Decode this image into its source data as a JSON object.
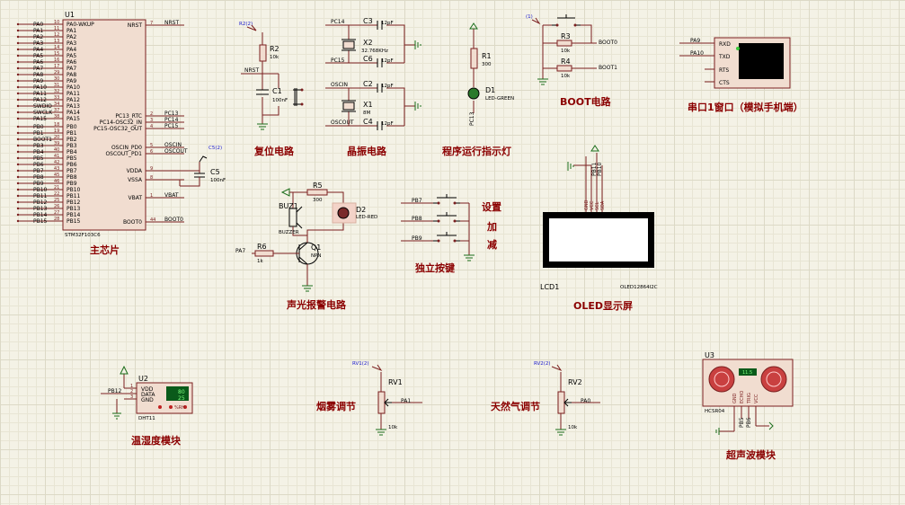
{
  "colors": {
    "wire": "#7a1f1f",
    "ground": "#1a6d1a",
    "title": "#8b0000",
    "chip_fill": "#f1ddd0",
    "sheet": "#f4f2e6"
  },
  "mcu": {
    "ref": "U1",
    "part": "STM32F103C6",
    "title": "主芯片",
    "left_nets": [
      "PA0",
      "PA1",
      "PA2",
      "PA3",
      "PA4",
      "PA5",
      "PA6",
      "PA7",
      "PA8",
      "PA9",
      "PA10",
      "PA11",
      "PA12",
      "SWDIO",
      "SWCLK",
      "PA15",
      "PB0",
      "PB1",
      "BOOT1",
      "PB3",
      "PB4",
      "PB5",
      "PB6",
      "PB7",
      "PB8",
      "PB9",
      "PB10",
      "PB11",
      "PB12",
      "PB13",
      "PB14",
      "PB15"
    ],
    "left_pins": [
      "10",
      "11",
      "12",
      "13",
      "14",
      "15",
      "16",
      "17",
      "29",
      "30",
      "31",
      "32",
      "33",
      "34",
      "37",
      "38",
      "18",
      "19",
      "20",
      "39",
      "40",
      "41",
      "42",
      "43",
      "45",
      "46",
      "21",
      "22",
      "25",
      "26",
      "27",
      "28"
    ],
    "left_names": [
      "PA0-WKUP",
      "PA1",
      "PA2",
      "PA3",
      "PA4",
      "PA5",
      "PA6",
      "PA7",
      "PA8",
      "PA9",
      "PA10",
      "PA11",
      "PA12",
      "PA13",
      "PA14",
      "PA15",
      "PB0",
      "PB1",
      "PB2",
      "PB3",
      "PB4",
      "PB5",
      "PB6",
      "PB7",
      "PB8",
      "PB9",
      "PB10",
      "PB11",
      "PB12",
      "PB13",
      "PB14",
      "PB15"
    ],
    "right_pins": [
      {
        "name": "NRST",
        "pin": "7",
        "net": "NRST"
      },
      {
        "name": "PC13_RTC",
        "pin": "2",
        "net": "PC13"
      },
      {
        "name": "PC14-OSC32_IN",
        "pin": "3",
        "net": "PC14"
      },
      {
        "name": "PC15-OSC32_OUT",
        "pin": "4",
        "net": "PC15"
      },
      {
        "name": "OSCIN_PD0",
        "pin": "5",
        "net": "OSCIN"
      },
      {
        "name": "OSCOUT_PD1",
        "pin": "6",
        "net": "OSCOUT"
      },
      {
        "name": "VDDA",
        "pin": "9",
        "net": ""
      },
      {
        "name": "VSSA",
        "pin": "8",
        "net": ""
      },
      {
        "name": "VBAT",
        "pin": "1",
        "net": "VBAT"
      },
      {
        "name": "BOOT0",
        "pin": "44",
        "net": "BOOT0"
      }
    ],
    "c5": {
      "ref": "C5",
      "value": "100nF",
      "probe": "C5(2)"
    }
  },
  "reset": {
    "title": "复位电路",
    "r2": "R2",
    "r2_val": "10k",
    "c1": "C1",
    "c1_val": "100nF",
    "net": "NRST",
    "probe": "R2(2)"
  },
  "crystal": {
    "title": "晶振电路",
    "c3": "C3",
    "c3_val": "12pF",
    "x2": "X2",
    "x2_val": "32.768KHz",
    "c6": "C6",
    "c6_val": "12pF",
    "c2": "C2",
    "c2_val": "12pF",
    "x1": "X1",
    "x1_val": "8M",
    "c4": "C4",
    "c4_val": "12pF",
    "n1": "PC14",
    "n2": "PC15",
    "n3": "OSCIN",
    "n4": "OSCOUT"
  },
  "led": {
    "title": "程序运行指示灯",
    "r1": "R1",
    "r1_val": "300",
    "d1": "D1",
    "d1_val": "LED-GREEN",
    "net": "PC13"
  },
  "boot": {
    "title": "BOOT电路",
    "r3": "R3",
    "r3_val": "10k",
    "r4": "R4",
    "r4_val": "10k",
    "n1": "BOOT0",
    "n2": "BOOT1",
    "probe": "(1)"
  },
  "uart": {
    "title": "串口1窗口（模拟手机端）",
    "pins": [
      "RXD",
      "TXD",
      "RTS",
      "CTS"
    ],
    "n1": "PA9",
    "n2": "PA10"
  },
  "alarm": {
    "title": "声光报警电路",
    "r5": "R5",
    "r5_val": "300",
    "d2": "D2",
    "d2_val": "LED-RED",
    "buz": "BUZ1",
    "buz_val": "BUZZER",
    "q1": "Q1",
    "q1_val": "NPN",
    "r6": "R6",
    "r6_val": "1k",
    "net": "PA7"
  },
  "keys": {
    "title": "独立按键",
    "nets": [
      "PB7",
      "PB8",
      "PB9"
    ],
    "labels": [
      "设置",
      "加",
      "减"
    ]
  },
  "oled": {
    "title": "OLED显示屏",
    "ref": "LCD1",
    "part": "OLED12864I2C",
    "pins": [
      "GND",
      "VCC",
      "SCL",
      "SDA"
    ],
    "nets": [
      "PB11",
      "PB10"
    ]
  },
  "dht": {
    "title": "温湿度模块",
    "ref": "U2",
    "part": "DHT11",
    "pins": [
      "VDD",
      "DATA",
      "GND"
    ],
    "pin_nums": [
      "1",
      "2",
      "3"
    ],
    "net": "PB12",
    "disp1": "80",
    "disp2": "25",
    "btn": "%RH"
  },
  "smoke": {
    "title": "烟雾调节",
    "ref": "RV1",
    "val": "10k",
    "net": "PA1",
    "probe": "RV1(2)"
  },
  "gas": {
    "title": "天然气调节",
    "ref": "RV2",
    "val": "10k",
    "net": "PA0",
    "probe": "RV2(2)"
  },
  "sonar": {
    "title": "超声波模块",
    "ref": "U3",
    "part": "HCSR04",
    "disp": "11.5",
    "pins": [
      "GND",
      "ECHO",
      "TRIG",
      "VCC"
    ],
    "nets": [
      "PB5",
      "PB6"
    ]
  }
}
